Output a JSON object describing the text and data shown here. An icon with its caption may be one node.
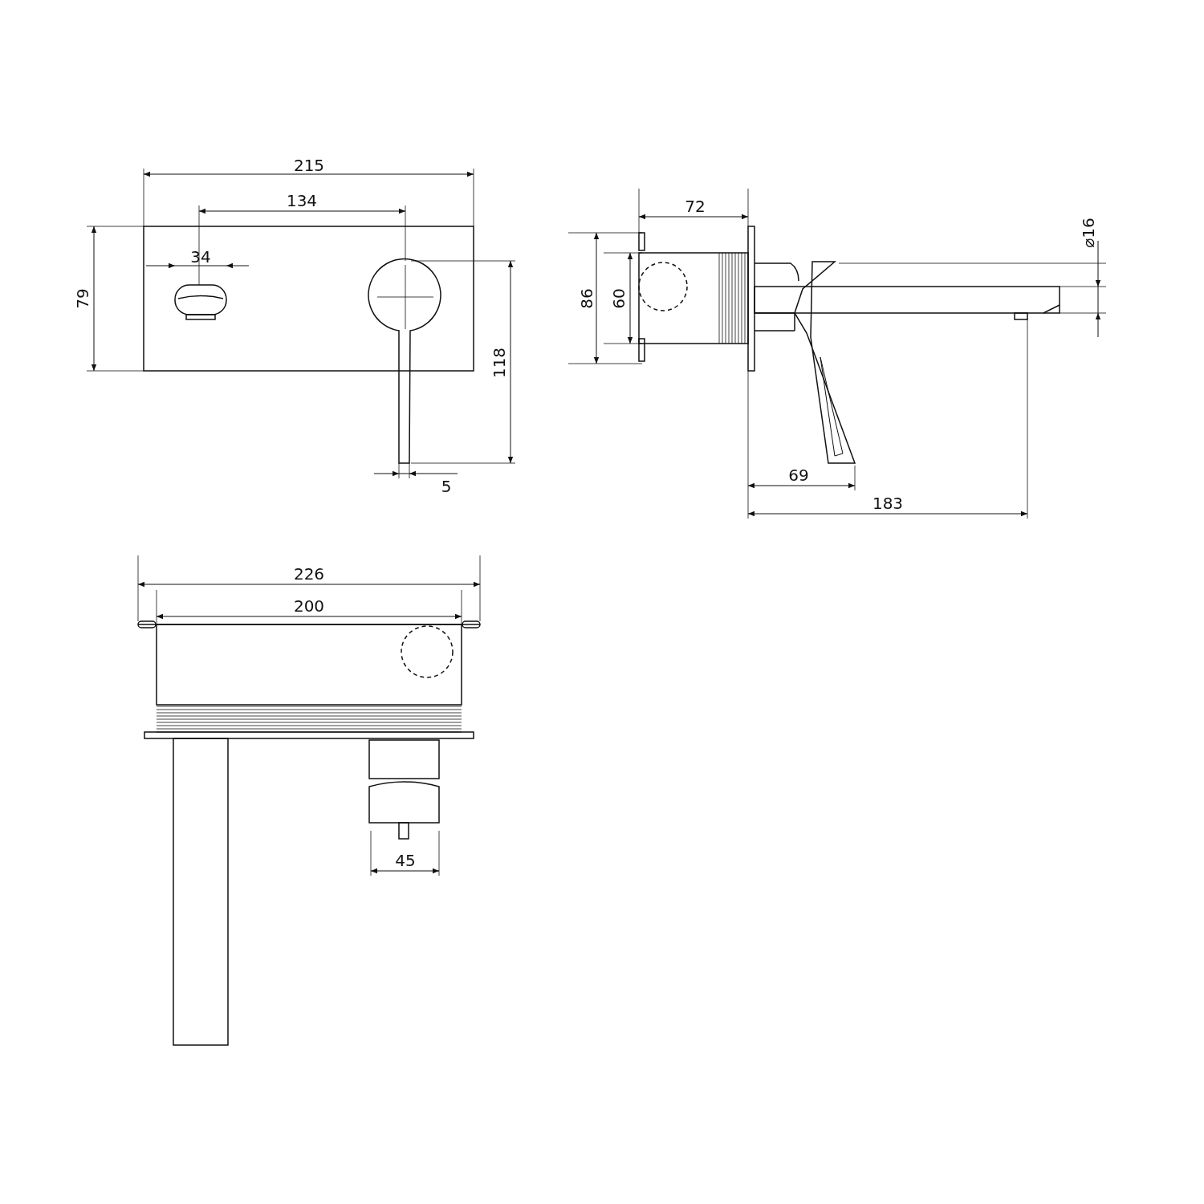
{
  "diagram": {
    "labels": [
      "215",
      "134",
      "34",
      "79",
      "118",
      "5",
      "72",
      "⌀16",
      "86",
      "60",
      "69",
      "183",
      "226",
      "200",
      "45"
    ]
  }
}
